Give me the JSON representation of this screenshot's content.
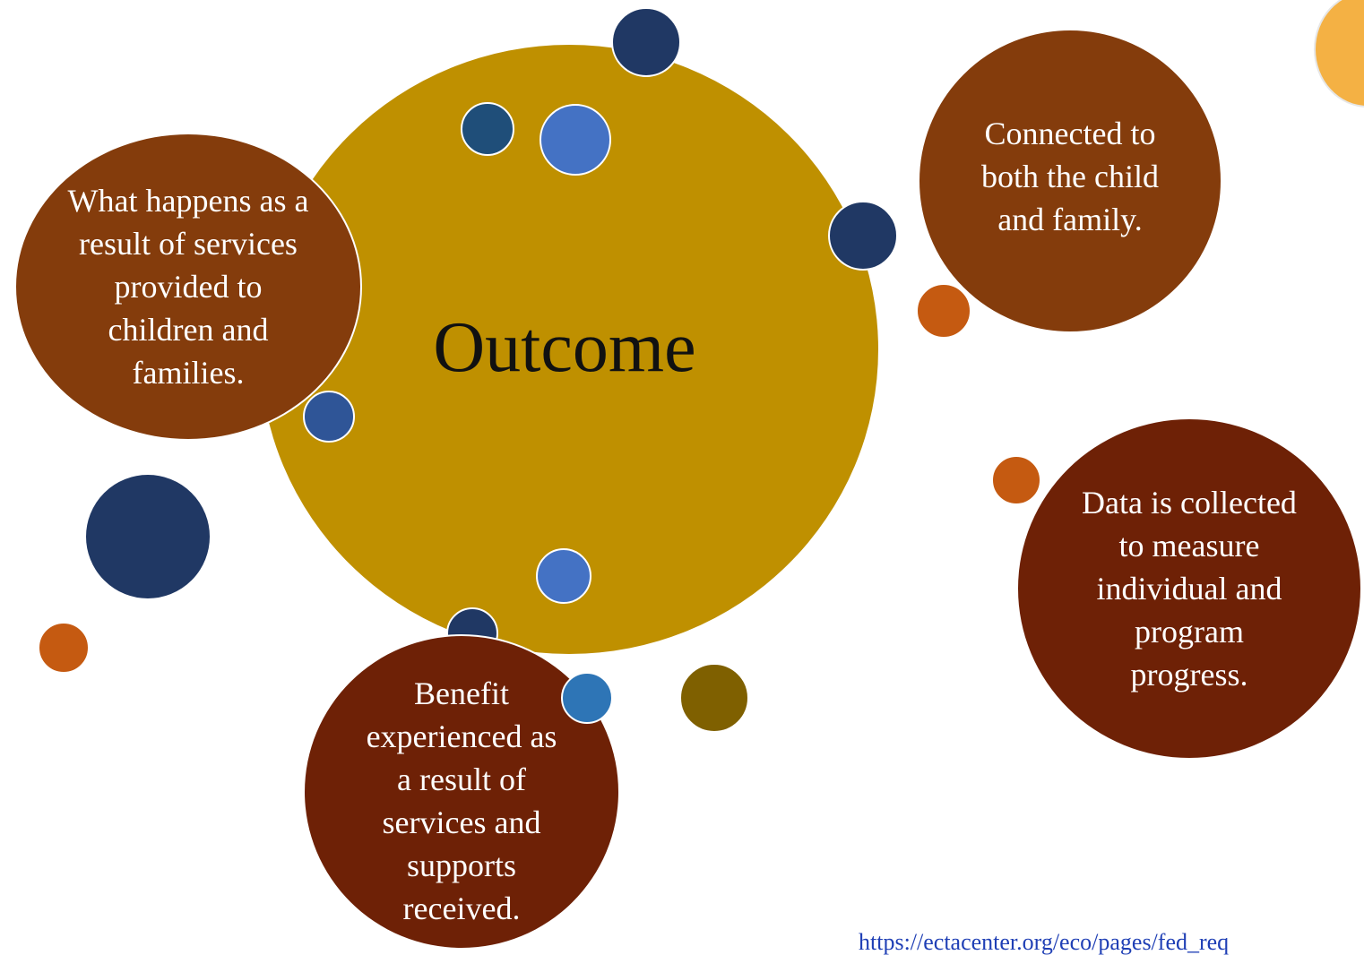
{
  "center": {
    "label": "Outcome",
    "color": "#bf9000"
  },
  "bubbles": {
    "result": {
      "text": "What happens as a result of services provided to children and families.",
      "color": "#843c0c"
    },
    "connected": {
      "text": "Connected to both the child and family.",
      "color": "#843c0c"
    },
    "data": {
      "text": "Data is collected to measure individual and program progress.",
      "color": "#6e2106"
    },
    "benefit": {
      "text": "Benefit experienced as a result of services and supports received.",
      "color": "#6e2106"
    }
  },
  "dot_colors": {
    "navy": "#203864",
    "steel_blue": "#1f4e79",
    "bright_blue": "#4472c4",
    "medium_blue": "#2f5597",
    "sky_blue": "#2e75b6",
    "orange": "#c55a11",
    "olive": "#7f6000",
    "gold": "#f4b144"
  },
  "footer": {
    "url": "https://ectacenter.org/eco/pages/fed_req"
  }
}
